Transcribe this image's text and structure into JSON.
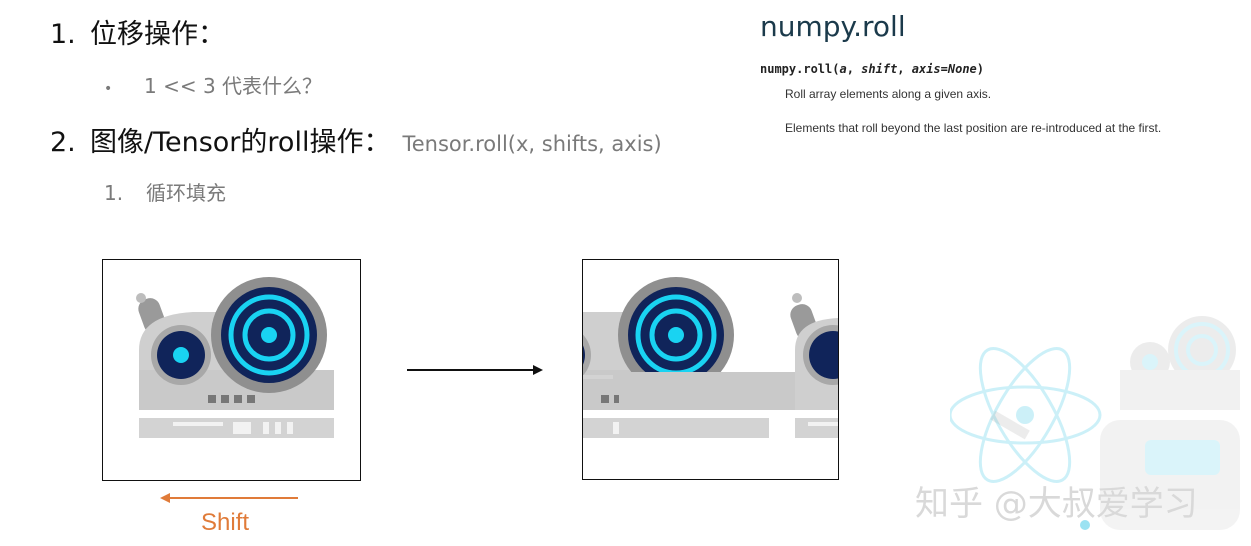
{
  "outline": {
    "item1": {
      "number": "1.",
      "title": "位移操作："
    },
    "item1_bullet": {
      "mark": "•",
      "text": "1 << 3 代表什么？"
    },
    "item2": {
      "number": "2.",
      "title": "图像/Tensor的roll操作：",
      "inline_note": "Tensor.roll(x, shifts, axis)"
    },
    "item2_sub": {
      "number": "1.",
      "text": "循环填充"
    }
  },
  "numpy_doc": {
    "title": "numpy.roll",
    "sig_name": "numpy.roll(",
    "sig_a": "a",
    "sig_comma1": ", ",
    "sig_shift": "shift",
    "sig_comma2": ", ",
    "sig_axis": "axis=None",
    "sig_close": ")",
    "line1": "Roll array elements along a given axis.",
    "line2": "Elements that roll beyond the last position are re-introduced at the first."
  },
  "shift_label": "Shift",
  "watermark": "知乎 @大叔爱学习",
  "colors": {
    "arrow_orange": "#e07b39",
    "ring_cyan": "#19d3f2",
    "ring_navy": "#10245a",
    "robot_gray": "#c8c8c8"
  }
}
